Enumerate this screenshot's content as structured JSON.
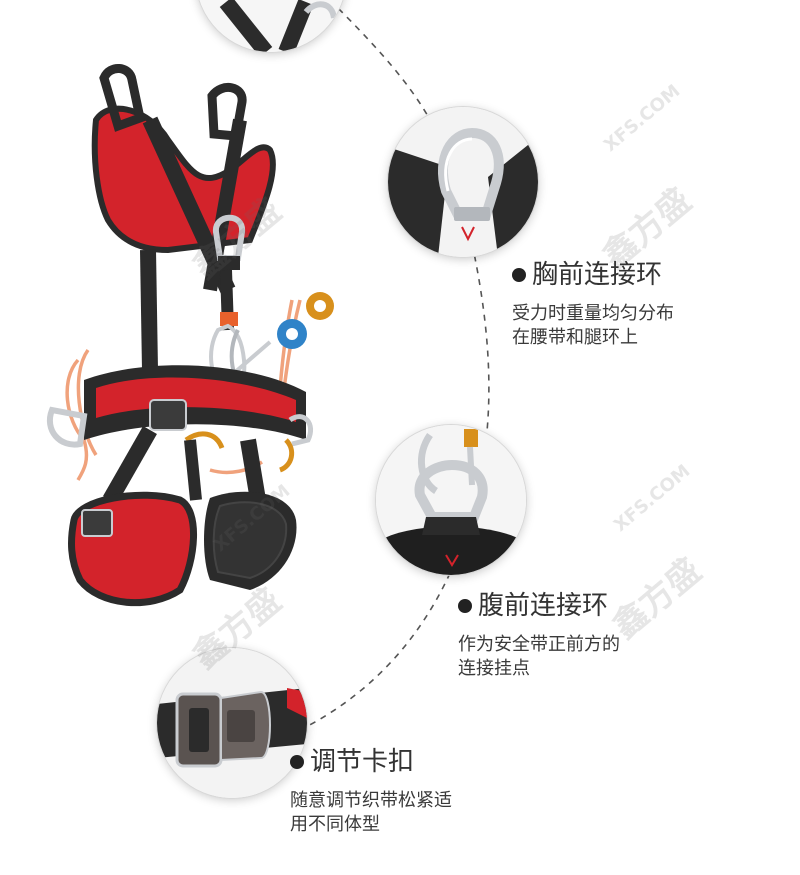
{
  "features": [
    {
      "title": "胸前连接环",
      "description_lines": [
        "受力时重量均匀分布",
        "在腰带和腿环上"
      ]
    },
    {
      "title": "腹前连接环",
      "description_lines": [
        "作为安全带正前方的",
        "连接挂点"
      ]
    },
    {
      "title": "调节卡扣",
      "description_lines": [
        "随意调节织带松紧适",
        "用不同体型"
      ]
    }
  ],
  "watermark": {
    "text": "鑫方盛",
    "subtext": "XFS.COM"
  },
  "colors": {
    "strap": "#2b2b2b",
    "padding": "#d3232b",
    "aluminum": "#c9ccd0",
    "orange_rope": "#f0a27c",
    "blue_swivel": "#2f83c8",
    "gold_swivel": "#d8901c",
    "dashed_line": "#555555"
  }
}
